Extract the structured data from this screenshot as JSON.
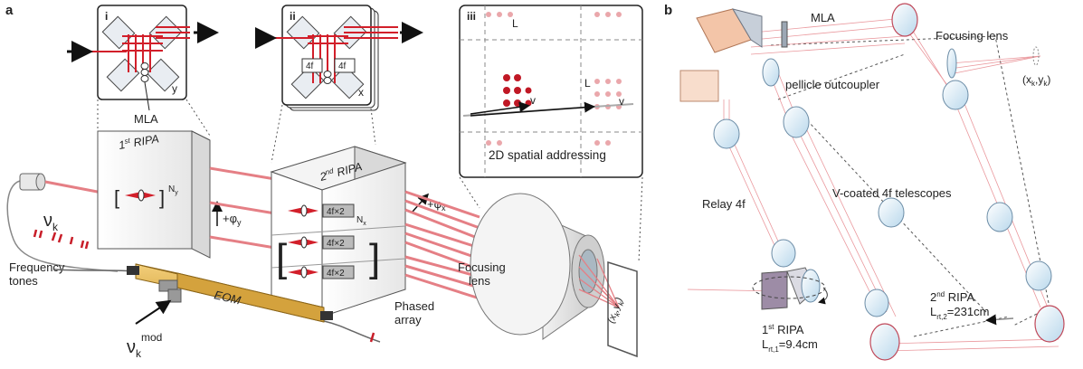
{
  "panel_a": {
    "label": "a",
    "inset_i": {
      "label": "i",
      "axis": "y"
    },
    "inset_ii": {
      "label": "ii",
      "axis": "x",
      "box_left": "4f",
      "box_right": "4f"
    },
    "inset_iii": {
      "label": "iii",
      "mark_L_top": "L",
      "mark_L_right": "L",
      "vec_v": "v",
      "vec_v2": "v",
      "caption": "2D spatial addressing"
    },
    "mla_label": "MLA",
    "ripa1": {
      "label_main": "1",
      "label_sup": "st",
      "label_tail": " RIPA",
      "n_main": "N",
      "n_sub": "y",
      "phase_main": "+φ",
      "phase_sub": "y"
    },
    "ripa2": {
      "label_main": "2",
      "label_sup": "nd",
      "label_tail": " RIPA",
      "n_main": "N",
      "n_sub": "x",
      "phase_main": "+φ",
      "phase_sub": "x",
      "tag_top": "4f×2",
      "tag_mid": "4f×2",
      "tag_bot": "4f×2"
    },
    "freq_symbol_main": "ν",
    "freq_symbol_sub": "k",
    "freq_label_line1": "Frequency",
    "freq_label_line2": "tones",
    "eom_label": "EOM",
    "mod_main": "ν",
    "mod_sub": "k",
    "mod_sup": "mod",
    "phased_line1": "Phased",
    "phased_line2": "array",
    "focus_line1": "Focusing",
    "focus_line2": "lens",
    "target": "(x",
    "target_sub1": "k",
    "target_mid": ",y",
    "target_sub2": "k",
    "target_end": ")"
  },
  "panel_b": {
    "label": "b",
    "mla": "MLA",
    "focusing_lens": "Focusing lens",
    "target_main": "(x",
    "target_sub1": "k",
    "target_mid": ",y",
    "target_sub2": "k",
    "target_end": ")",
    "pellicle": "pellicle outcoupler",
    "telescopes": "V-coated 4f telescopes",
    "relay": "Relay 4f",
    "ripa1_line1_main": "1",
    "ripa1_line1_sup": "st",
    "ripa1_line1_tail": " RIPA",
    "ripa1_line2_main": "L",
    "ripa1_line2_sub": "rt,1",
    "ripa1_line2_tail": "=9.4cm",
    "ripa2_line1_main": "2",
    "ripa2_line1_sup": "nd",
    "ripa2_line1_tail": " RIPA",
    "ripa2_line2_main": "L",
    "ripa2_line2_sub": "rt,2",
    "ripa2_line2_tail": "=231cm"
  }
}
